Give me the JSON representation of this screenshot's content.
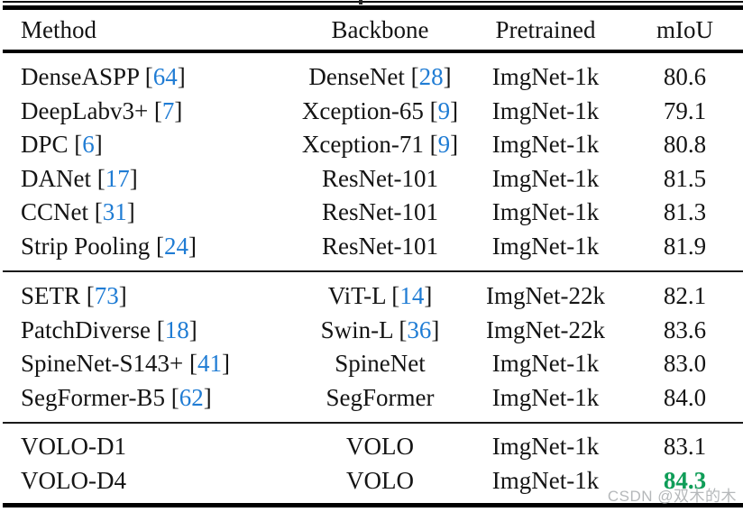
{
  "table": {
    "header": {
      "method": "Method",
      "backbone": "Backbone",
      "pretrained": "Pretrained",
      "miou": "mIoU"
    },
    "sections": [
      {
        "rows": [
          {
            "method_pre": "DenseASPP [",
            "method_cite": "64",
            "method_close": "]",
            "backbone_pre": "DenseNet [",
            "backbone_cite": "28",
            "backbone_close": "]",
            "pretrained": "ImgNet-1k",
            "miou": "80.6"
          },
          {
            "method_pre": "DeepLabv3+ [",
            "method_cite": "7",
            "method_close": "]",
            "backbone_pre": "Xception-65 [",
            "backbone_cite": "9",
            "backbone_close": "]",
            "pretrained": "ImgNet-1k",
            "miou": "79.1"
          },
          {
            "method_pre": "DPC [",
            "method_cite": "6",
            "method_close": "]",
            "backbone_pre": "Xception-71 [",
            "backbone_cite": "9",
            "backbone_close": "]",
            "pretrained": "ImgNet-1k",
            "miou": "80.8"
          },
          {
            "method_pre": "DANet [",
            "method_cite": "17",
            "method_close": "]",
            "backbone_pre": "ResNet-101",
            "backbone_cite": "",
            "backbone_close": "",
            "pretrained": "ImgNet-1k",
            "miou": "81.5"
          },
          {
            "method_pre": "CCNet [",
            "method_cite": "31",
            "method_close": "]",
            "backbone_pre": "ResNet-101",
            "backbone_cite": "",
            "backbone_close": "",
            "pretrained": "ImgNet-1k",
            "miou": "81.3"
          },
          {
            "method_pre": "Strip Pooling [",
            "method_cite": "24",
            "method_close": "]",
            "backbone_pre": "ResNet-101",
            "backbone_cite": "",
            "backbone_close": "",
            "pretrained": "ImgNet-1k",
            "miou": "81.9"
          }
        ]
      },
      {
        "rows": [
          {
            "method_pre": "SETR [",
            "method_cite": "73",
            "method_close": "]",
            "backbone_pre": "ViT-L [",
            "backbone_cite": "14",
            "backbone_close": "]",
            "pretrained": "ImgNet-22k",
            "miou": "82.1"
          },
          {
            "method_pre": "PatchDiverse [",
            "method_cite": "18",
            "method_close": "]",
            "backbone_pre": "Swin-L [",
            "backbone_cite": "36",
            "backbone_close": "]",
            "pretrained": "ImgNet-22k",
            "miou": "83.6"
          },
          {
            "method_pre": "SpineNet-S143+ [",
            "method_cite": "41",
            "method_close": "]",
            "backbone_pre": "SpineNet",
            "backbone_cite": "",
            "backbone_close": "",
            "pretrained": "ImgNet-1k",
            "miou": "83.0"
          },
          {
            "method_pre": "SegFormer-B5 [",
            "method_cite": "62",
            "method_close": "]",
            "backbone_pre": "SegFormer",
            "backbone_cite": "",
            "backbone_close": "",
            "pretrained": "ImgNet-1k",
            "miou": "84.0"
          }
        ]
      },
      {
        "rows": [
          {
            "method_pre": "VOLO-D1",
            "method_cite": "",
            "method_close": "",
            "backbone_pre": "VOLO",
            "backbone_cite": "",
            "backbone_close": "",
            "pretrained": "ImgNet-1k",
            "miou": "83.1"
          },
          {
            "method_pre": "VOLO-D4",
            "method_cite": "",
            "method_close": "",
            "backbone_pre": "VOLO",
            "backbone_cite": "",
            "backbone_close": "",
            "pretrained": "ImgNet-1k",
            "miou": "84.3"
          }
        ]
      }
    ]
  },
  "watermark": {
    "text": "CSDN @双木的木"
  },
  "colors": {
    "citation_blue": "#1f7cd4",
    "best_score_green": "#0f9d58",
    "watermark_gray": "#b5b8ba",
    "rule_black": "#000000"
  }
}
